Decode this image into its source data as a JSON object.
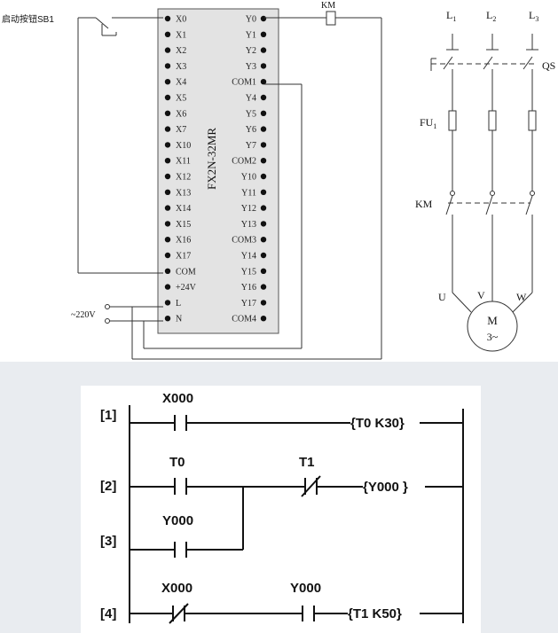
{
  "wiring": {
    "start_button": "启动按钮SB1",
    "supply_voltage": "~220V",
    "coil_label": "KM",
    "plc_model": "FX2N-32MR",
    "left_terminals": [
      "X0",
      "X1",
      "X2",
      "X3",
      "X4",
      "X5",
      "X6",
      "X7",
      "X10",
      "X11",
      "X12",
      "X13",
      "X14",
      "X15",
      "X16",
      "X17",
      "COM",
      "+24V",
      "L",
      "N"
    ],
    "right_terminals": [
      "Y0",
      "Y1",
      "Y2",
      "Y3",
      "COM1",
      "Y4",
      "Y5",
      "Y6",
      "Y7",
      "COM2",
      "Y10",
      "Y11",
      "Y12",
      "Y13",
      "COM3",
      "Y14",
      "Y15",
      "Y16",
      "Y17",
      "COM4"
    ]
  },
  "power": {
    "phases": [
      {
        "main": "L",
        "sub": "1"
      },
      {
        "main": "L",
        "sub": "2"
      },
      {
        "main": "L",
        "sub": "3"
      }
    ],
    "switch_label": "QS",
    "fuse_label": {
      "main": "FU",
      "sub": "1"
    },
    "contactor_label": "KM",
    "motor_terminals": [
      "U",
      "V",
      "W"
    ],
    "motor_label": "M",
    "motor_phase": "3~"
  },
  "ladder": {
    "rungs": [
      {
        "number": "[1]",
        "contact": "X000",
        "output": "{T0  K30}"
      },
      {
        "number": "[2]",
        "contact": "T0",
        "contact2": "T1",
        "output": "{Y000 }"
      },
      {
        "number": "[3]",
        "contact": "Y000"
      },
      {
        "number": "[4]",
        "contact": "X000",
        "contact2": "Y000",
        "output": "{T1  K50}"
      }
    ]
  }
}
